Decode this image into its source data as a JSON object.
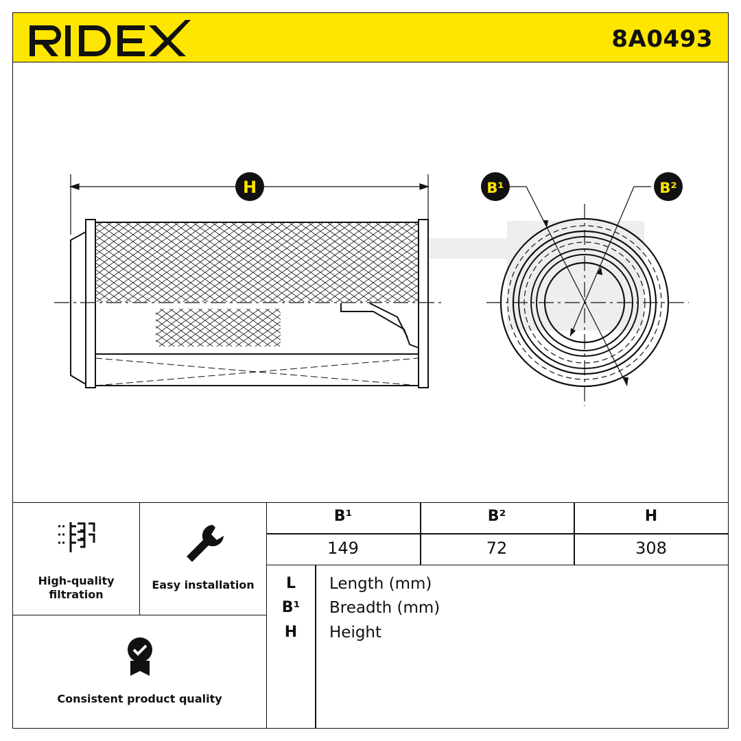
{
  "brand": {
    "logo_text": "RIDEX",
    "part_number": "8A0493",
    "accent": "#ffe600"
  },
  "drawing": {
    "labels": {
      "height": "H",
      "breadth_outer": "B¹",
      "breadth_inner": "B²"
    }
  },
  "features": [
    {
      "icon": "filtration-icon",
      "label": "High-quality filtration"
    },
    {
      "icon": "wrench-icon",
      "label": "Easy installation"
    },
    {
      "icon": "quality-badge-icon",
      "label": "Consistent product quality"
    }
  ],
  "dimensions": {
    "headers": [
      "B¹",
      "B²",
      "H"
    ],
    "values": [
      "149",
      "72",
      "308"
    ]
  },
  "legend": [
    {
      "key": "L",
      "text": "Length (mm)"
    },
    {
      "key": "B¹",
      "text": "Breadth (mm)"
    },
    {
      "key": "H",
      "text": "Height"
    }
  ]
}
